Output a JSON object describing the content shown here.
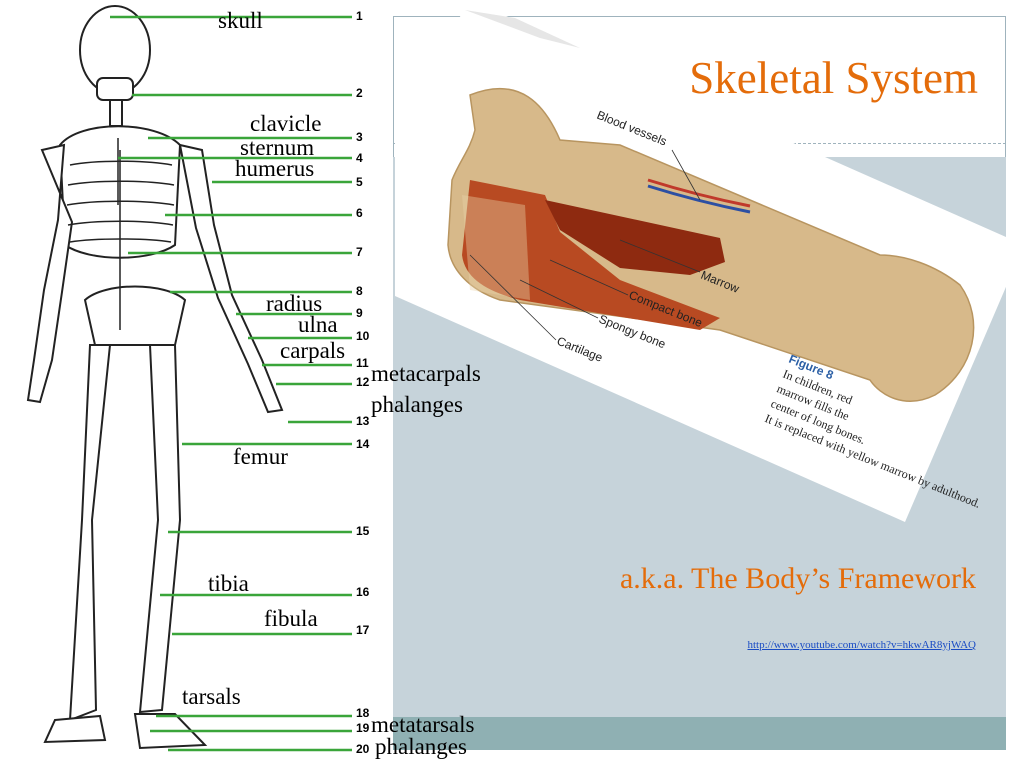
{
  "slide": {
    "title": "Skeletal System",
    "subtitle": "a.k.a. The Body’s Framework",
    "link": "http://www.youtube.com/watch?v=hkwAR8yjWAQ"
  },
  "figure": {
    "labels": [
      "Blood vessels",
      "Marrow",
      "Compact bone",
      "Spongy bone",
      "Cartilage"
    ],
    "caption_lead": "Figure 8",
    "caption": "In children, red marrow fills the center of long bones. It is replaced with yellow marrow by adulthood."
  },
  "bones": [
    {
      "n": "1",
      "name": "skull"
    },
    {
      "n": "2",
      "name": ""
    },
    {
      "n": "3",
      "name": "clavicle"
    },
    {
      "n": "4",
      "name": "sternum"
    },
    {
      "n": "5",
      "name": "humerus"
    },
    {
      "n": "6",
      "name": ""
    },
    {
      "n": "7",
      "name": ""
    },
    {
      "n": "8",
      "name": ""
    },
    {
      "n": "9",
      "name": "radius"
    },
    {
      "n": "10",
      "name": "ulna"
    },
    {
      "n": "11",
      "name": "carpals"
    },
    {
      "n": "12",
      "name": "metacarpals"
    },
    {
      "n": "13",
      "name": "phalanges"
    },
    {
      "n": "14",
      "name": "femur"
    },
    {
      "n": "15",
      "name": ""
    },
    {
      "n": "16",
      "name": "tibia"
    },
    {
      "n": "17",
      "name": "fibula"
    },
    {
      "n": "18",
      "name": "tarsals"
    },
    {
      "n": "19",
      "name": "metatarsals"
    },
    {
      "n": "20",
      "name": "phalanges"
    }
  ],
  "colors": {
    "accent": "#e46c0a",
    "leader": "#3aa53a",
    "link": "#1a4cc4"
  }
}
